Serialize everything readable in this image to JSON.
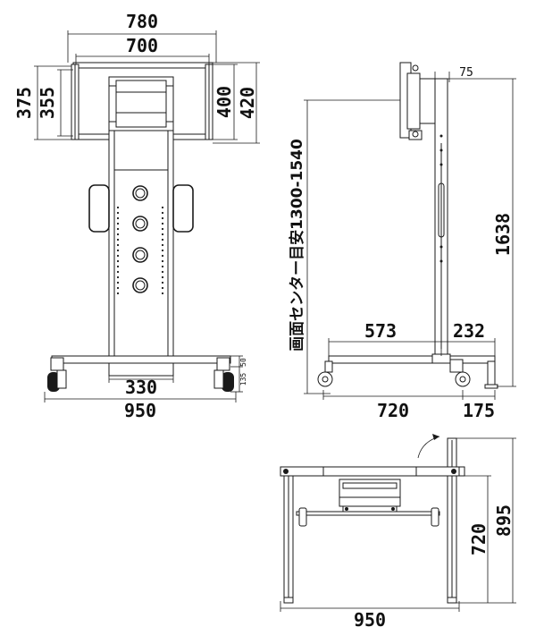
{
  "front_view": {
    "dims": {
      "overall_width": "780",
      "inner_width": "700",
      "height_outer_left": "375",
      "height_inner_left": "355",
      "height_inner_right": "400",
      "height_outer_right": "420",
      "column_width": "330",
      "base_width": "950",
      "wheel_small": "50",
      "wheel_height": "135"
    }
  },
  "side_view": {
    "dims": {
      "offset": "75",
      "height": "1638",
      "center_label": "画面センター目安1300-1540",
      "front_depth": "573",
      "rear_depth": "232",
      "base_depth": "720",
      "rear_offset": "175"
    }
  },
  "top_view": {
    "dims": {
      "depth_inner": "720",
      "depth_outer": "895",
      "width": "950"
    }
  }
}
